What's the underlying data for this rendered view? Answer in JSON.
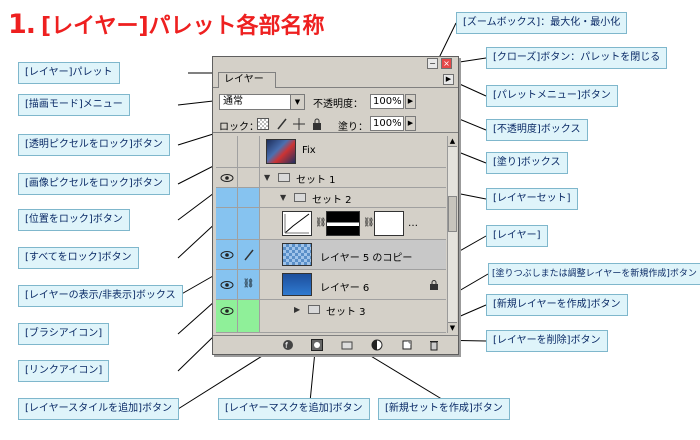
{
  "heading": {
    "number": "1.",
    "title": "[レイヤー]パレット各部名称"
  },
  "labels": {
    "zoom": "[ズームボックス]：最大化・最小化",
    "close": "[クローズ]ボタン：パレットを閉じる",
    "layers_palette": "[レイヤー]パレット",
    "palette_menu": "[パレットメニュー]ボタン",
    "blend_mode": "[描画モード]メニュー",
    "opacity": "[不透明度]ボックス",
    "lock_transparent": "[透明ピクセルをロック]ボタン",
    "fill": "[塗り]ボックス",
    "lock_image": "[画像ピクセルをロック]ボタン",
    "layer_set": "[レイヤーセット]",
    "lock_position": "[位置をロック]ボタン",
    "layer": "[レイヤー]",
    "lock_all": "[すべてをロック]ボタン",
    "new_fill": "[塗りつぶしまたは調整レイヤーを新規作成]ボタン",
    "visibility": "[レイヤーの表示/非表示]ボックス",
    "new_layer": "[新規レイヤーを作成]ボタン",
    "brush": "[ブラシアイコン]",
    "delete_layer": "[レイヤーを削除]ボタン",
    "link": "[リンクアイコン]",
    "add_style": "[レイヤースタイルを追加]ボタン",
    "add_mask": "[レイヤーマスクを追加]ボタン",
    "new_set": "[新規セットを作成]ボタン"
  },
  "palette": {
    "tab": "レイヤー",
    "blend_mode": "通常",
    "opacity_label": "不透明度：",
    "opacity_value": "100%",
    "lock_label": "ロック：",
    "fill_label": "塗り：",
    "fill_value": "100%",
    "zoom_glyph": "−",
    "close_glyph": "×",
    "menu_glyph": "▶",
    "dropdown_glyph": "▼",
    "stepper_glyph": "▶",
    "layers": [
      "Fix",
      "セット 1",
      "セット 2",
      "…",
      "レイヤー 5 のコピー",
      "レイヤー 6",
      "セット 3"
    ]
  },
  "icons": {
    "eye": "visibility-eye-icon",
    "link": "chain-link-icon",
    "brush": "paintbrush-icon"
  },
  "colors": {
    "heading": "#ee2020",
    "label_bg": "#dff4fa",
    "selected_row": "#c8c8c8",
    "blue_cell": "#86c3f0",
    "green_cell": "#8ff099"
  }
}
